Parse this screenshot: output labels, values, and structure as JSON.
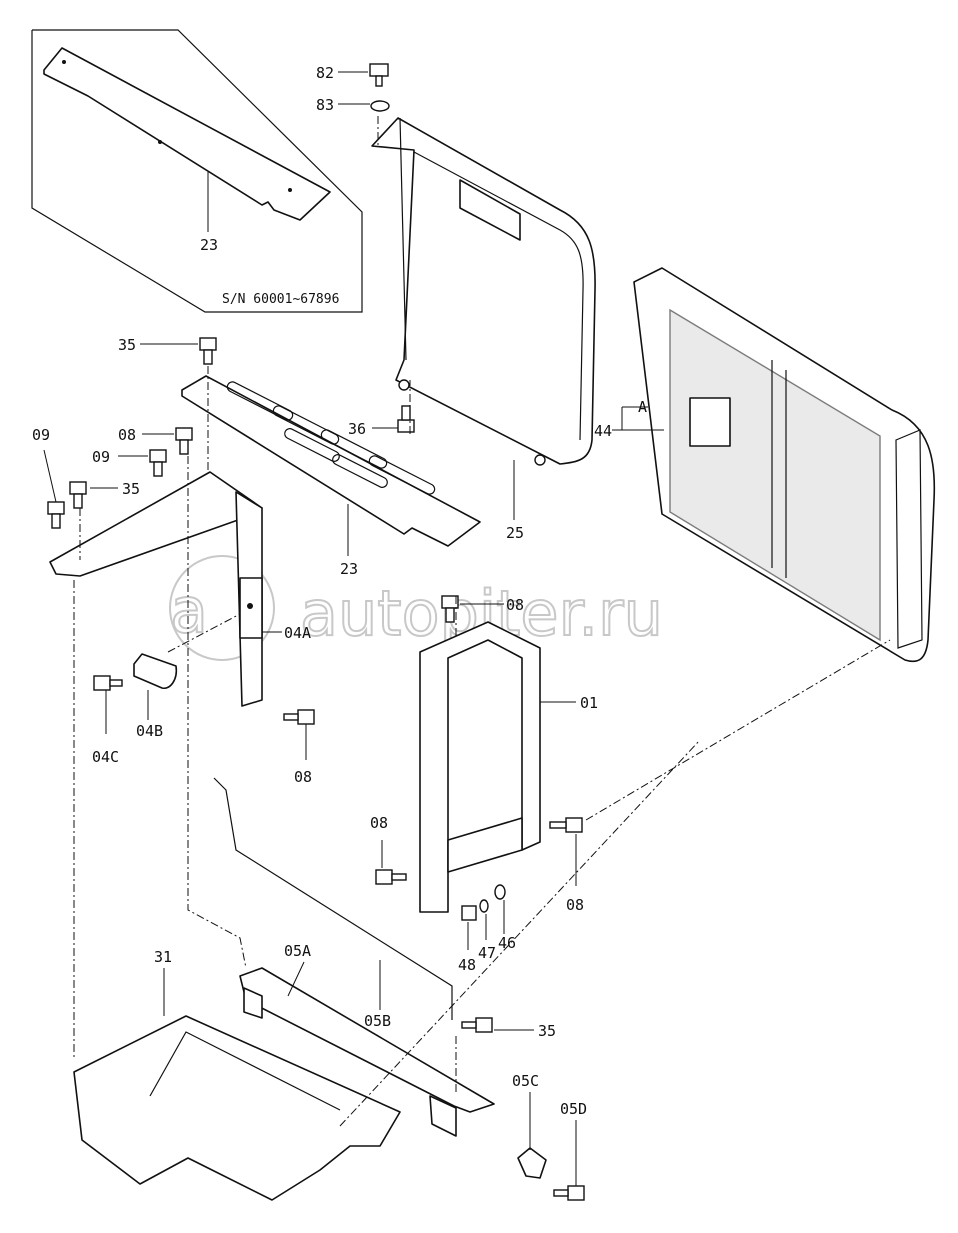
{
  "watermark": "autopiter.ru",
  "serial_note": "S/N 60001~67896",
  "callouts": {
    "c82": "82",
    "c83": "83",
    "c23_top": "23",
    "c35_a": "35",
    "c36": "36",
    "c08_a": "08",
    "c09_a": "09",
    "c09_b": "09",
    "c35_b": "35",
    "c23_mid": "23",
    "c25": "25",
    "cA": "A",
    "c44": "44",
    "c04A": "04A",
    "c08_b": "08",
    "c01": "01",
    "c04B": "04B",
    "c04C": "04C",
    "c08_c": "08",
    "c08_d": "08",
    "c08_e": "08",
    "c48": "48",
    "c47": "47",
    "c46": "46",
    "c31": "31",
    "c05A": "05A",
    "c05B": "05B",
    "c35_c": "35",
    "c05C": "05C",
    "c05D": "05D"
  }
}
